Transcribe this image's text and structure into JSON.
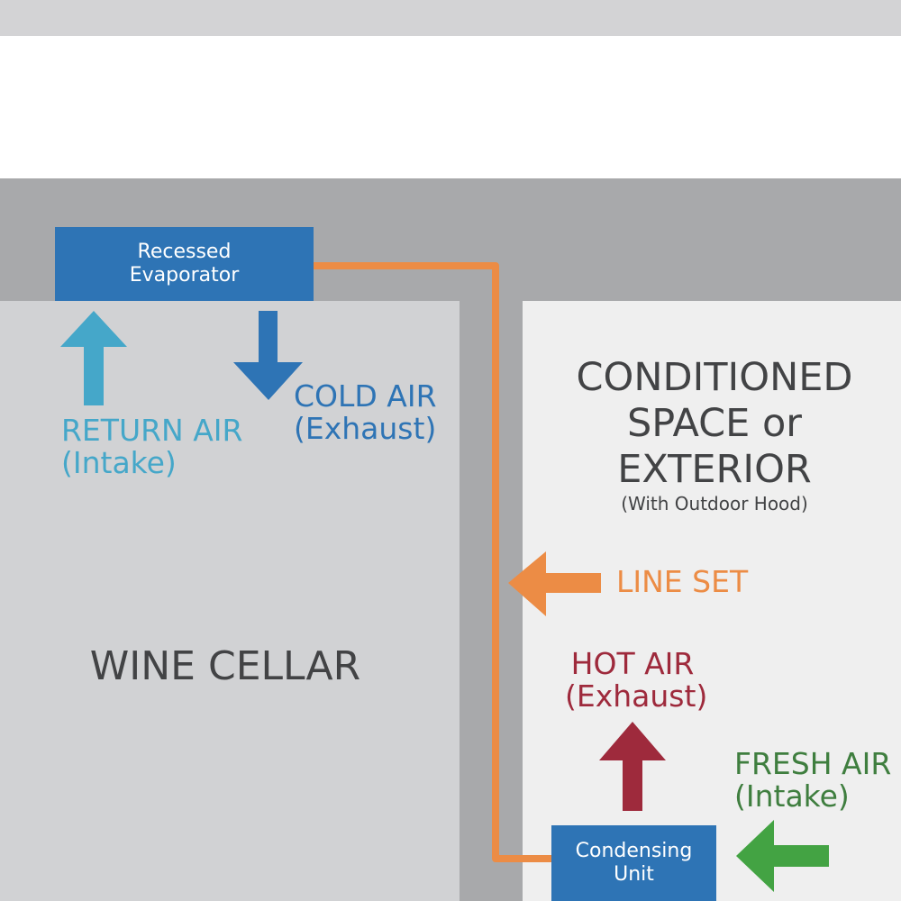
{
  "regions": {
    "wine_cellar_title": "WINE CELLAR",
    "conditioned_title_lines": [
      "CONDITIONED",
      "SPACE or",
      "EXTERIOR"
    ],
    "conditioned_subtitle": "(With Outdoor Hood)"
  },
  "units": {
    "evaporator_lines": [
      "Recessed",
      "Evaporator"
    ],
    "condensing_lines": [
      "Condensing",
      "Unit"
    ]
  },
  "flows": {
    "return_air": {
      "line1": "RETURN AIR",
      "line2": "(Intake)",
      "color": "#45a7c9",
      "direction": "up"
    },
    "cold_air": {
      "line1": "COLD AIR",
      "line2": "(Exhaust)",
      "color": "#2e74b5",
      "direction": "down"
    },
    "line_set": {
      "line1": "LINE SET",
      "color": "#ec8c45",
      "direction": "left"
    },
    "hot_air": {
      "line1": "HOT AIR",
      "line2": "(Exhaust)",
      "color": "#9e2a3c",
      "direction": "up"
    },
    "fresh_air": {
      "line1": "FRESH AIR",
      "line2": "(Intake)",
      "color": "#3f7e3f",
      "direction": "left"
    }
  },
  "colors": {
    "unit_blue": "#2e74b5",
    "pipe_orange": "#ec8c45",
    "wall_gray": "#a8a9ab",
    "cellar_gray": "#d1d2d4",
    "exterior_gray": "#efefef",
    "title_text": "#424345"
  }
}
